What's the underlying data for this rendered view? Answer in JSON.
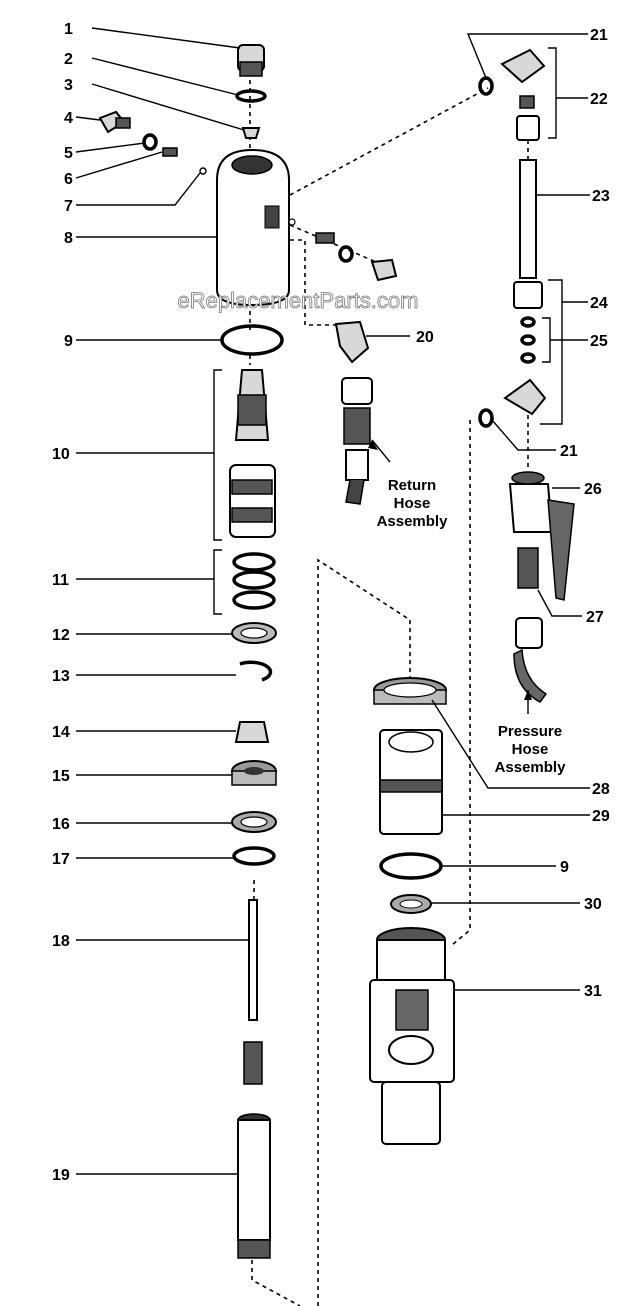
{
  "watermark": "eReplacementParts.com",
  "callouts": {
    "n1": "1",
    "n2": "2",
    "n3": "3",
    "n4": "4",
    "n5": "5",
    "n6": "6",
    "n7": "7",
    "n8": "8",
    "n9a": "9",
    "n10": "10",
    "n11": "11",
    "n12": "12",
    "n13": "13",
    "n14": "14",
    "n15": "15",
    "n16": "16",
    "n17": "17",
    "n18": "18",
    "n19": "19",
    "n20": "20",
    "n21a": "21",
    "n22": "22",
    "n23": "23",
    "n24": "24",
    "n25": "25",
    "n21b": "21",
    "n26": "26",
    "n27": "27",
    "n28": "28",
    "n29": "29",
    "n9b": "9",
    "n30": "30",
    "n31": "31"
  },
  "captions": {
    "return_hose": [
      "Return",
      "Hose",
      "Assembly"
    ],
    "pressure_hose": [
      "Pressure",
      "Hose",
      "Assembly"
    ]
  }
}
